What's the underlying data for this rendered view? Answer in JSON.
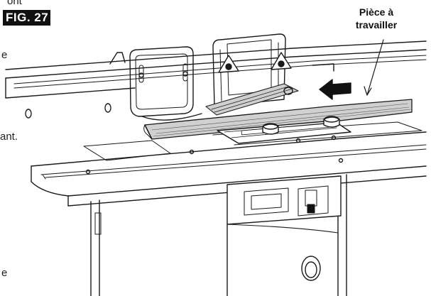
{
  "figure": {
    "label": "FIG. 27",
    "callout_line1": "Pièce à",
    "callout_line2": "travailler"
  },
  "margin_text": {
    "top": "ont",
    "line_a": "e",
    "line_b": "ant.",
    "line_c": "e"
  }
}
